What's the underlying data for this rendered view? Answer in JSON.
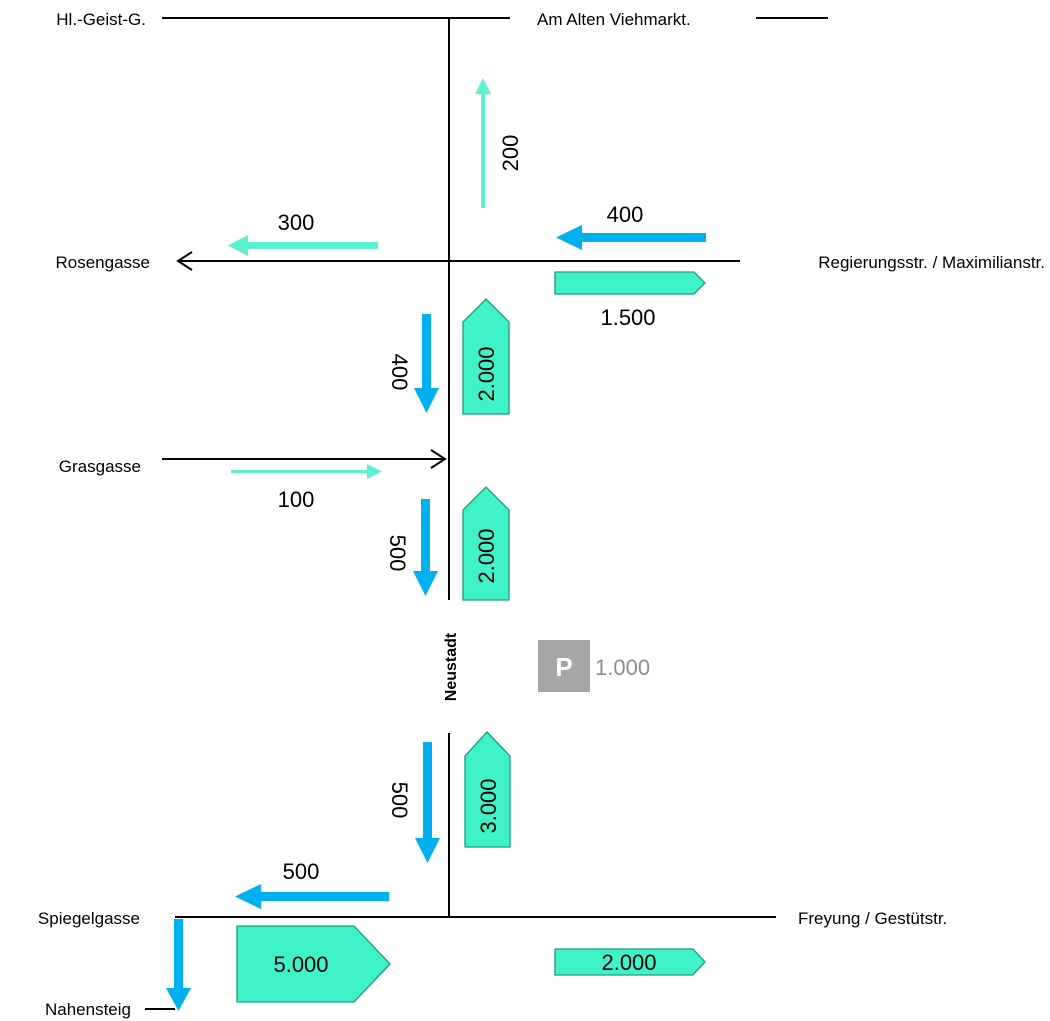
{
  "streets": {
    "hl_geist": "Hl.-Geist-G.",
    "am_alten_viehmarkt": "Am Alten Viehmarkt.",
    "rosengasse": "Rosengasse",
    "regierungsstr": "Regierungsstr. / Maximilianstr.",
    "grasgasse": "Grasgasse",
    "neustadt": "Neustadt",
    "spiegelgasse": "Spiegelgasse",
    "freyung": "Freyung / Gestütstr.",
    "nahensteig": "Nahensteig"
  },
  "flows": {
    "north_200": "200",
    "west_300": "300",
    "west_400": "400",
    "east_1500": "1.500",
    "south_400": "400",
    "north_2000_a": "2.000",
    "east_100": "100",
    "south_500_a": "500",
    "north_2000_b": "2.000",
    "south_500_b": "500",
    "north_3000": "3.000",
    "west_500": "500",
    "east_5000": "5.000",
    "east_2000": "2.000"
  },
  "parking": {
    "letter": "P",
    "value": "1.000"
  },
  "colors": {
    "blue_arrow": "#00B0F0",
    "teal_arrow": "#5CF2D0",
    "box_fill": "#40F2C8",
    "parking_grey": "#A6A6A6"
  }
}
